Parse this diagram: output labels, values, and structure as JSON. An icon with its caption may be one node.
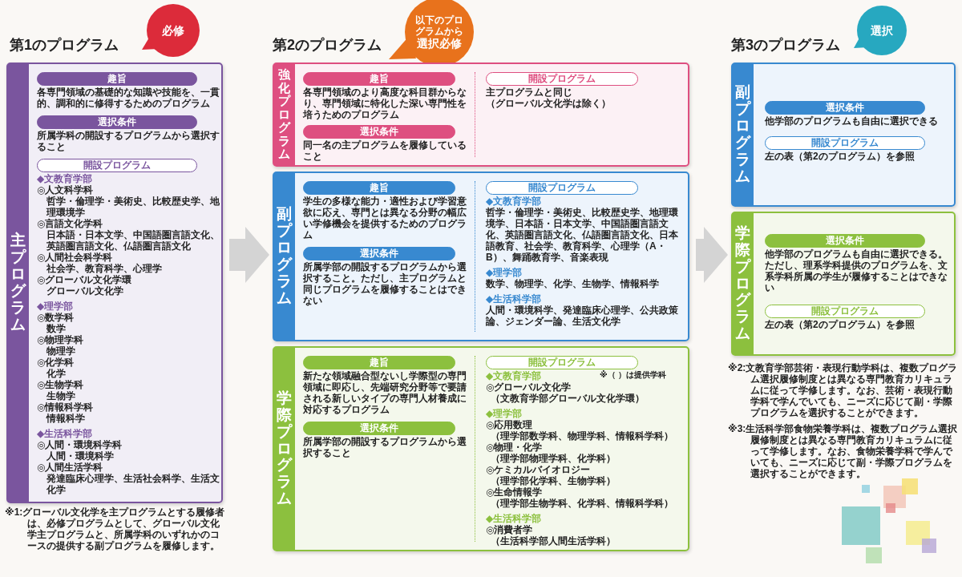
{
  "diagram": {
    "nodes": [
      {
        "text": [
          "必修"
        ]
      },
      {
        "text": [
          "主プログラム"
        ]
      },
      {
        "text": [
          "趣旨"
        ],
        "in": 1,
        "beside": [
          "各専門領域の基礎的な知識や技能を、一貫的、調和的に修得するためのプログラム"
        ]
      },
      {
        "text": [
          "選択条件"
        ],
        "in": 1,
        "beside": [
          "所属学科の開設するプログラムから選択すること"
        ]
      },
      {
        "text": [
          "開設プログラム"
        ],
        "in": 1,
        "beside": [
          "◆文教育学部",
          "◎人文科学科",
          "哲学・倫理学・美術史、比較歴史学、地理環境学",
          "◎言語文化学科",
          "日本語・日本文学、中国語圏言語文化、英語圏言語文化、仏語圏言語文化",
          "◎人間社会科学科",
          "社会学、教育科学、心理学",
          "◎グローバル文化学環",
          "グローバル文化学",
          "◆理学部",
          "◎数学科",
          "数学",
          "◎物理学科",
          "物理学",
          "◎化学科",
          "化学",
          "◎生物学科",
          "生物学",
          "◎情報科学科",
          "情報科学",
          "◆生活科学部",
          "◎人間・環境科学科",
          "人間・環境科学",
          "◎人間生活学科",
          "発達臨床心理学、生活社会科学、生活文化学"
        ]
      },
      {
        "text": [
          "以下のプログラムから",
          "選択必修"
        ]
      },
      {
        "text": [
          "強化プログラム"
        ]
      },
      {
        "text": [
          "趣旨"
        ],
        "in": 6,
        "beside": [
          "各専門領域のより高度な科目群からなり、専門領域に特化した深い専門性を培うためのプログラム"
        ]
      },
      {
        "text": [
          "選択条件"
        ],
        "in": 6,
        "beside": [
          "同一名の主プログラムを履修していること"
        ]
      },
      {
        "text": [
          "開設プログラム"
        ],
        "in": 6,
        "beside": [
          "主プログラムと同じ",
          "（グローバル文化学は除く）"
        ]
      },
      {
        "text": [
          "副プログラム"
        ]
      },
      {
        "text": [
          "趣旨"
        ],
        "in": 10,
        "beside": [
          "学生の多様な能力・適性および学習意欲に応え、専門とは異なる分野の幅広い学修機会を提供するためのプログラム"
        ]
      },
      {
        "text": [
          "選択条件"
        ],
        "in": 10,
        "beside": [
          "所属学部の開設するプログラムから選択すること。ただし、主プログラムと同じプログラムを履修することはできない"
        ]
      },
      {
        "text": [
          "開設プログラム"
        ],
        "in": 10,
        "beside": [
          "◆文教育学部",
          "哲学・倫理学・美術史、比較歴史学、地理環境学、日本語・日本文学、中国語圏言語文化、英語圏言語文化、仏語圏言語文化、日本語教育、社会学、教育科学、心理学（A・B）、舞踊教育学、音楽表現",
          "◆理学部",
          "数学、物理学、化学、生物学、情報科学",
          "◆生活科学部",
          "人間・環境科学、発達臨床心理学、公共政策論、ジェンダー論、生活文化学"
        ]
      },
      {
        "text": [
          "学際プログラム"
        ]
      },
      {
        "text": [
          "趣旨"
        ],
        "in": 14,
        "beside": [
          "新たな領域融合型ないし学際型の専門領域に即応し、先端研究分野等で要請される新しいタイプの専門人材養成に対応するプログラム"
        ]
      },
      {
        "text": [
          "選択条件"
        ],
        "in": 14,
        "beside": [
          "所属学部の開設するプログラムから選択すること"
        ]
      },
      {
        "text": [
          "開設プログラム"
        ],
        "in": 14,
        "beside": [
          "◆文教育学部",
          "◎グローバル文化学",
          "（文教育学部グローバル文化学環）",
          "◆理学部",
          "◎応用数理",
          "（理学部数学科、物理学科、情報科学科）",
          "◎物理・化学",
          "（理学部物理学科、化学科）",
          "◎ケミカルバイオロジー",
          "（理学部化学科、生物学科）",
          "◎生命情報学",
          "（理学部生物学科、化学科、情報科学科）",
          "◆生活科学部",
          "◎消費者学",
          "（生活科学部人間生活学科）"
        ]
      },
      {
        "text": [
          "選択"
        ]
      },
      {
        "text": [
          "副プログラム"
        ]
      },
      {
        "text": [
          "選択条件"
        ],
        "in": 19,
        "beside": [
          "他学部のプログラムも自由に選択できる"
        ]
      },
      {
        "text": [
          "開設プログラム"
        ],
        "in": 19,
        "beside": [
          "左の表（第2のプログラム）を参照"
        ]
      },
      {
        "text": [
          "学際プログラム"
        ]
      },
      {
        "text": [
          "選択条件"
        ],
        "in": 22,
        "beside": [
          "他学部のプログラムも自由に選択できる。ただし、理系学科提供のプログラムを、文系学科所属の学生が履修することはできない"
        ]
      },
      {
        "text": [
          "開設プログラム"
        ],
        "in": 22,
        "beside": [
          "左の表（第2のプログラム）を参照"
        ]
      }
    ],
    "edges": [
      {
        "from": 1,
        "to": 10,
        "arrow": "to"
      },
      {
        "from": 10,
        "to": 22,
        "arrow": "to"
      }
    ],
    "labels": [
      "第1のプログラム",
      "※1:グローバル文化学を主プログラムとする履修者は、必修プログラムとして、グローバル文化学主プログラムと、所属学科のいずれかのコースの提供する副プログラムを履修します。",
      "第2のプログラム",
      "※（ ）は提供学科",
      "第3のプログラム",
      "※2:文教育学部芸術・表現行動学科は、複数プログラム選択履修制度とは異なる専門教育カリキュラムに従って学修します。なお、芸術・表現行動学科で学んでいても、ニーズに応じて副・学際プログラムを選択することができます。",
      "※3:生活科学部食物栄養学科は、複数プログラム選択履修制度とは異なる専門教育カリキュラムに従って学修します。なお、食物栄養学科で学んでいても、ニーズに応じて副・学際プログラムを選択することができます。"
    ]
  }
}
